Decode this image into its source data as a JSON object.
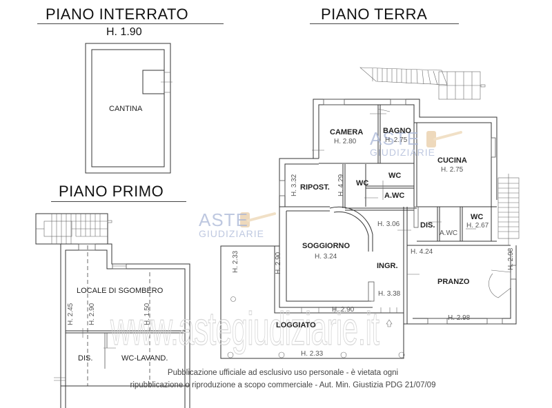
{
  "floors": {
    "interrato": {
      "title": "PIANO INTERRATO",
      "height": "H. 1.90",
      "rooms": [
        {
          "name": "CANTINA"
        }
      ]
    },
    "terra": {
      "title": "PIANO TERRA",
      "rooms": [
        {
          "name": "CAMERA",
          "height": "H. 2.80"
        },
        {
          "name": "BAGNO",
          "height": "H. 2.75"
        },
        {
          "name": "CUCINA",
          "height": "H. 2.75"
        },
        {
          "name": "RIPOST.",
          "height_left": "H. 3.32",
          "height_right": "H. 4.29"
        },
        {
          "name": "WC"
        },
        {
          "name": "WC"
        },
        {
          "name": "A.WC"
        },
        {
          "name": "DIS."
        },
        {
          "name": "A.WC"
        },
        {
          "name": "WC",
          "height": "H. 2.67"
        },
        {
          "name": "SOGGIORNO",
          "height": "H. 3.24",
          "height_side": "H. 2.90"
        },
        {
          "name": "INGR.",
          "height_top": "H. 3.06",
          "height_bottom": "H. 3.38"
        },
        {
          "name": "PRANZO",
          "height_top": "H. 4.24",
          "height_side": "H. 2.98",
          "height_bottom": "H. 2.98"
        },
        {
          "name": "LOGGIATO",
          "height_top": "H. 2.90",
          "height_side": "H. 2.33",
          "height_bottom": "H. 2.33"
        }
      ]
    },
    "primo": {
      "title": "PIANO PRIMO",
      "rooms": [
        {
          "name": "LOCALE DI SGOMBERO",
          "heights": [
            "H. 2.45",
            "H. 2.90",
            "H. 1.50"
          ]
        },
        {
          "name": "DIS."
        },
        {
          "name": "WC-LAVAND."
        }
      ]
    }
  },
  "watermark": {
    "logo_line1": "ASTE",
    "logo_line2": "GIUDIZIARIE",
    "url": "www.astegiudiziarie.it",
    "notice_line1": "Pubblicazione ufficiale ad esclusivo uso personale - è vietata ogni",
    "notice_line2": "ripubblicazione o riproduzione a scopo commerciale - Aut. Min. Giustizia PDG 21/07/09"
  },
  "colors": {
    "line": "#333333",
    "watermark_logo": "#a9b6d6",
    "watermark_gavel": "#e8c9a0"
  }
}
